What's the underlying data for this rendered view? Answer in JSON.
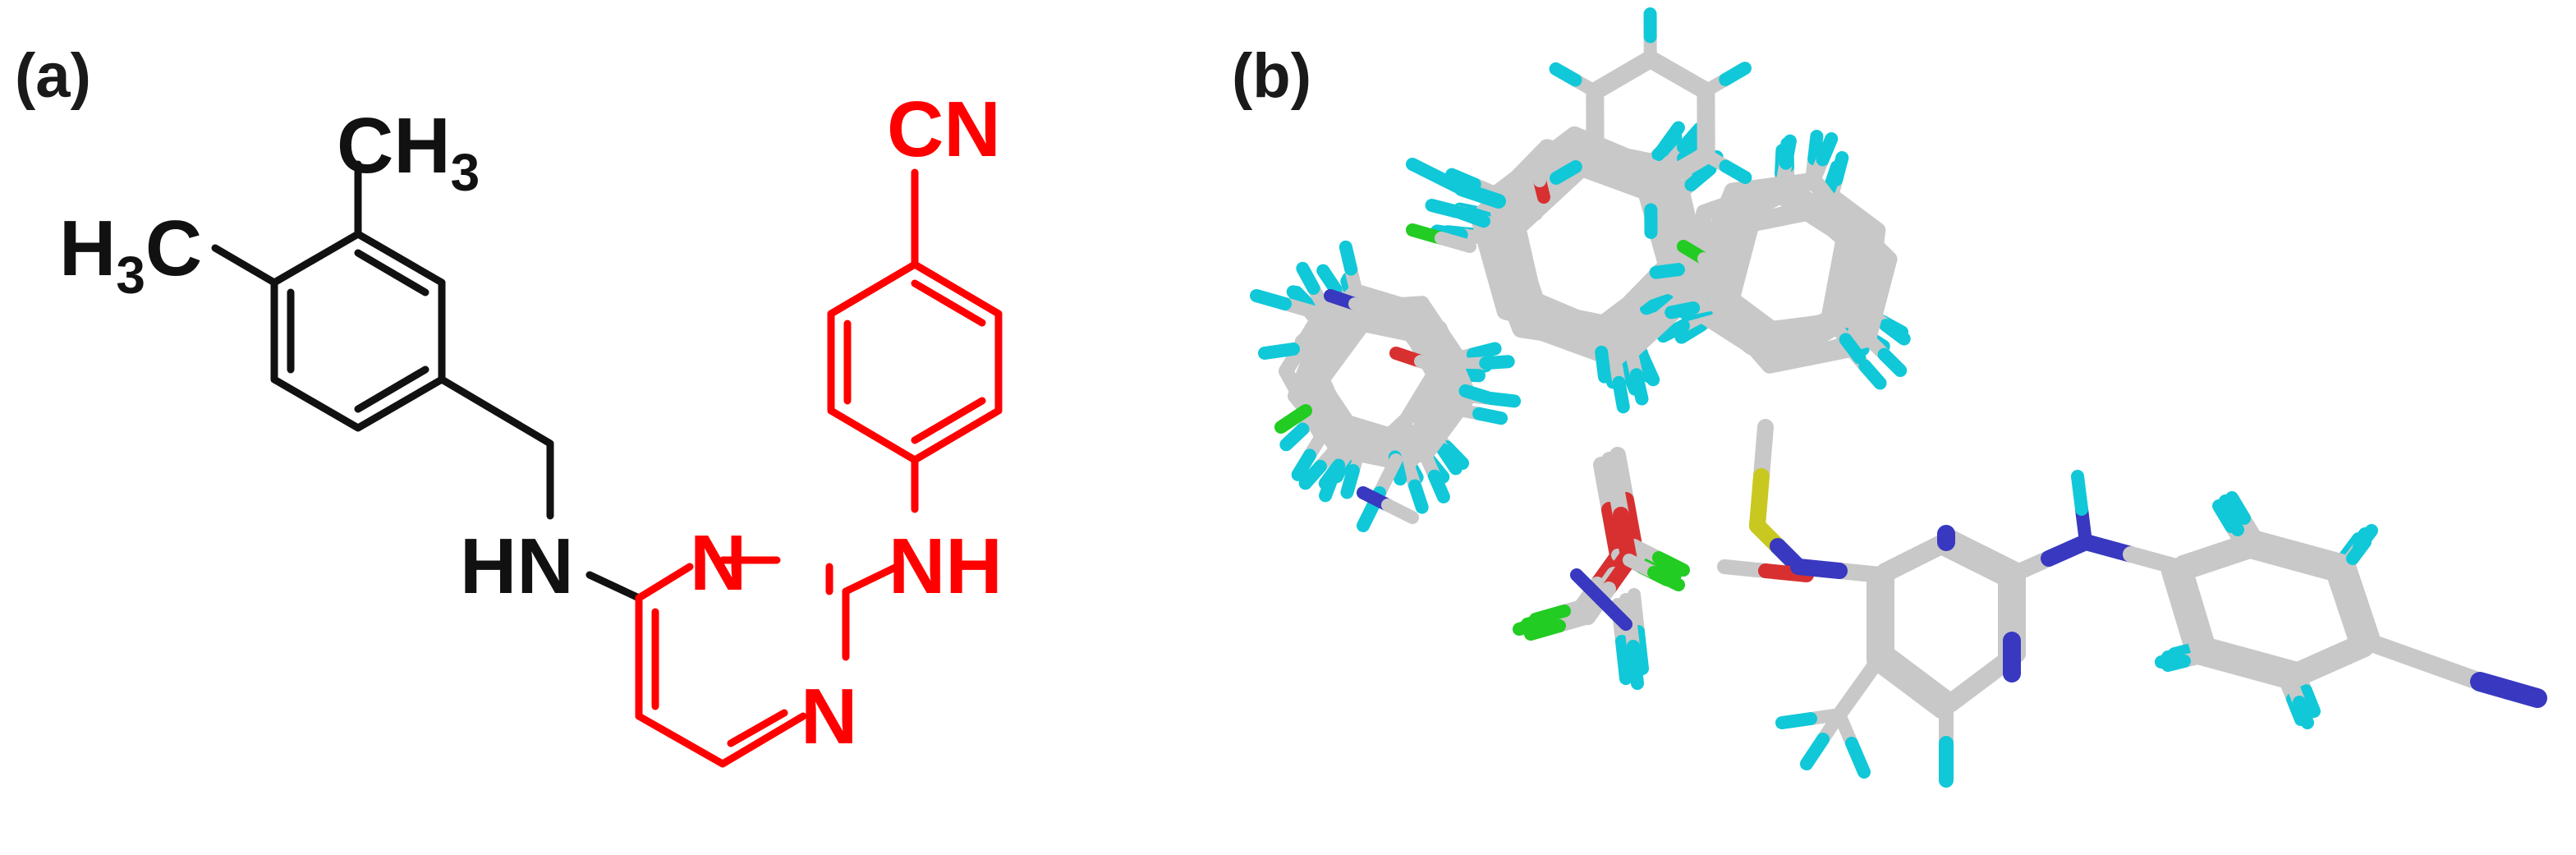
{
  "panels": {
    "a": {
      "label": "(a)"
    },
    "b": {
      "label": "(b)"
    }
  },
  "structure": {
    "labels": {
      "methyl_top_main": "CH",
      "methyl_top_sub": "3",
      "methyl_left_main": "H",
      "methyl_left_sub": "3",
      "methyl_left_tail": "C",
      "amine_left": "HN",
      "amine_right": "NH",
      "ring_n1": "N",
      "ring_n2": "N",
      "nitrile": "CN"
    },
    "colors": {
      "scaffold": "#111111",
      "highlight": "#ff0000"
    }
  },
  "overlay": {
    "colors": {
      "carbon": "#c8c8c8",
      "hydrogen": "#10c8d8",
      "nitrogen": "#3838c0",
      "oxygen": "#d83030",
      "chlorine": "#22cc22",
      "sulfur": "#c8c820"
    }
  }
}
